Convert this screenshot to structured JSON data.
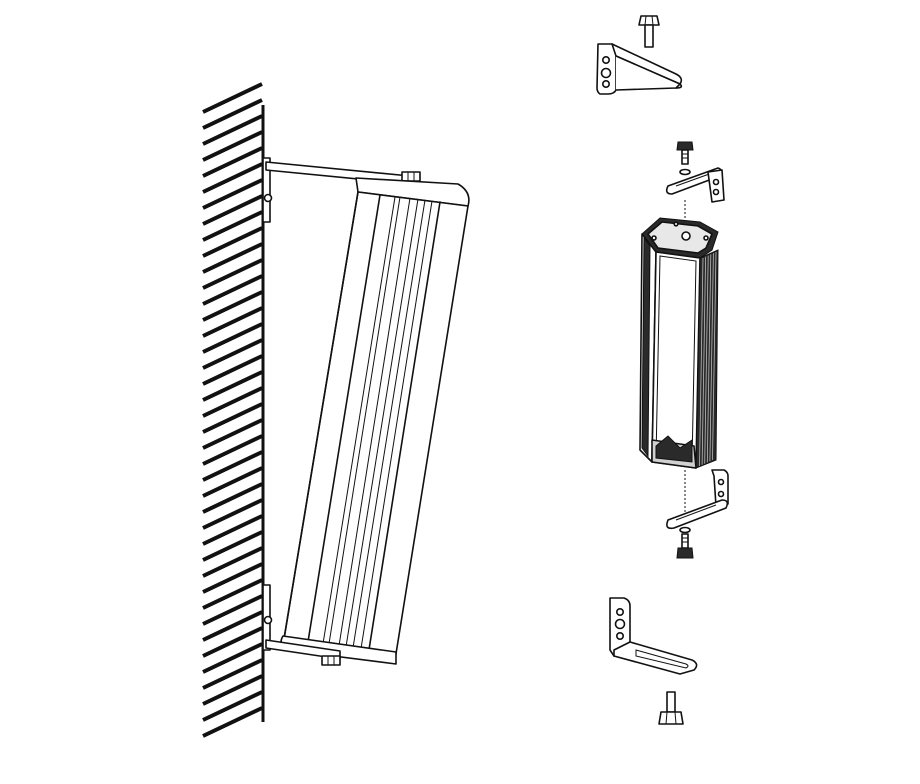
{
  "diagram": {
    "stroke_color": "#111111",
    "background_color": "#ffffff",
    "components": [
      "wall",
      "mounted-speaker",
      "wall-bracket",
      "bolt",
      "speaker-cabinet"
    ]
  }
}
